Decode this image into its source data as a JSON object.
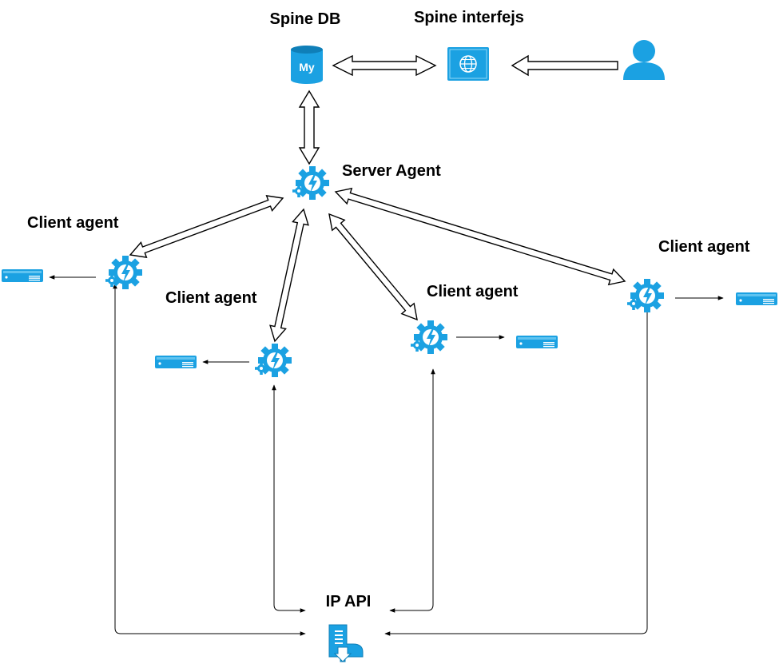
{
  "labels": {
    "spine_db": "Spine DB",
    "spine_interface": "Spine interfejs",
    "server_agent": "Server Agent",
    "client_agent_1": "Client agent",
    "client_agent_2": "Client agent",
    "client_agent_3": "Client agent",
    "client_agent_4": "Client agent",
    "ip_api": "IP API",
    "db_icon_text": "My"
  },
  "colors": {
    "icon": "#1ba1e2",
    "icon_dark": "#0f7fb8",
    "line": "#000000",
    "text": "#000000"
  },
  "icons": {
    "database": "mysql-database-icon",
    "interface": "globe-window-icon",
    "user": "user-icon",
    "agent": "gear-lightning-icon",
    "device": "server-device-icon",
    "api": "document-api-icon"
  }
}
